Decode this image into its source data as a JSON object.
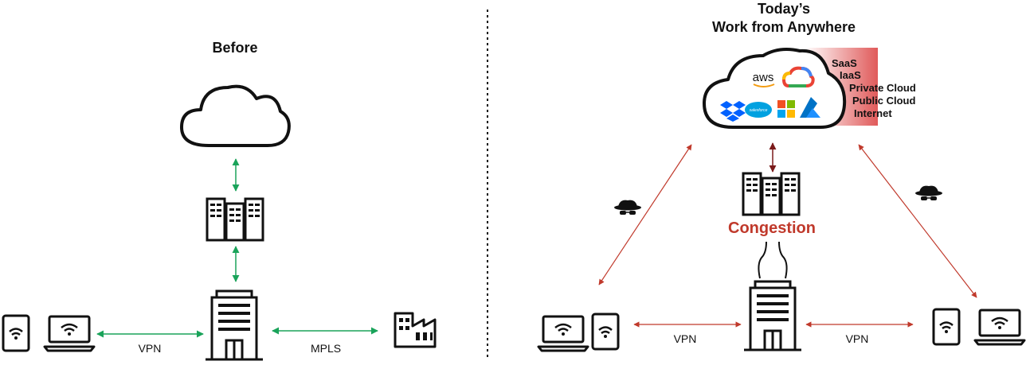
{
  "left": {
    "title": "Before",
    "vpn_label": "VPN",
    "mpls_label": "MPLS"
  },
  "right": {
    "title_line1": "Today’s",
    "title_line2": "Work from Anywhere",
    "congestion_label": "Congestion",
    "vpn_left_label": "VPN",
    "vpn_right_label": "VPN",
    "cloud_services": [
      "SaaS",
      "IaaS",
      "Private Cloud",
      "Public Cloud",
      "Internet"
    ],
    "cloud_logos": {
      "aws": "aws",
      "salesforce": "salesforce"
    }
  },
  "colors": {
    "green_link": "#1aa35a",
    "red_link": "#c0392b",
    "dark_red_link": "#7a1a1a",
    "congestion": "#c0392b",
    "cloud_gradient_start": "#ffffff",
    "cloud_gradient_end": "#e05a5a",
    "outline": "#111111"
  },
  "icons": {
    "cloud": "cloud-icon",
    "server": "server-rack-icon",
    "office": "office-building-icon",
    "branch": "factory-branch-icon",
    "laptop": "laptop-wifi-icon",
    "tablet": "tablet-wifi-icon",
    "threat": "hacker-spy-icon"
  }
}
